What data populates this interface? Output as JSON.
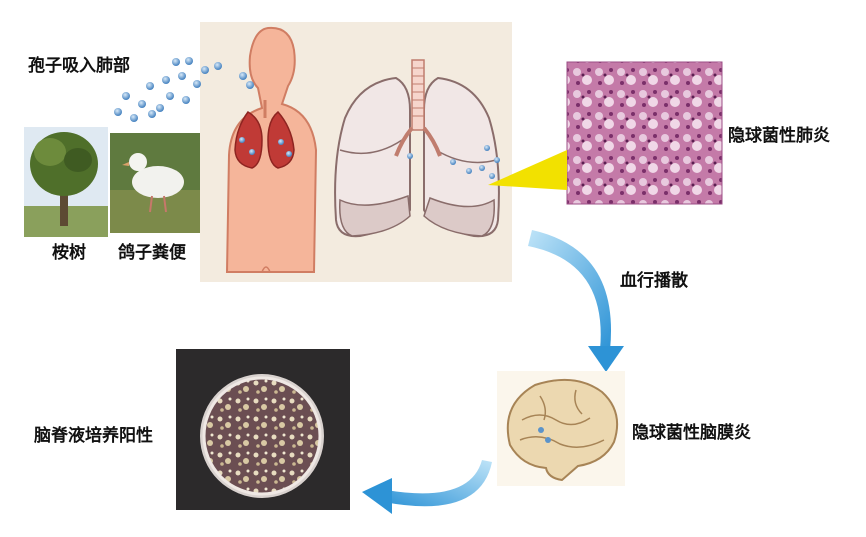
{
  "labels": {
    "spore_inhalation": "孢子吸入肺部",
    "eucalyptus": "桉树",
    "pigeon_droppings": "鸽子粪便",
    "pneumonia": "隐球菌性肺炎",
    "hematogenous_spread": "血行播散",
    "meningitis": "隐球菌性脑膜炎",
    "csf_culture_positive": "脑脊液培养阳性"
  },
  "colors": {
    "panel_bg": "#f3ebdf",
    "skin": "#f5b59a",
    "lung_red": "#c03a36",
    "spore_blue": "#5b93c9",
    "arrow_blue": "#3d9fd8",
    "histo_pink": "#b9679a",
    "pointer_yellow": "#f2e100"
  }
}
